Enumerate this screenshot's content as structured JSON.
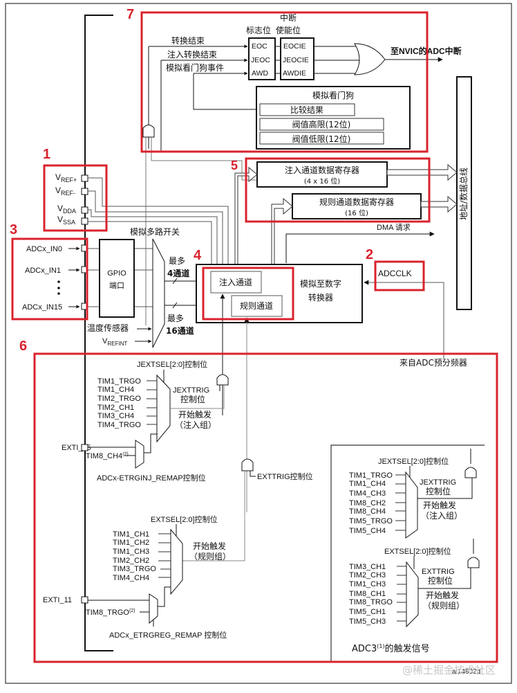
{
  "annotations": {
    "n1": "1",
    "n2": "2",
    "n3": "3",
    "n4": "4",
    "n5": "5",
    "n6": "6",
    "n7": "7"
  },
  "colors": {
    "highlight": "#d9232d",
    "line": "#111111",
    "wire": "#555555"
  },
  "interrupt": {
    "flag_header": "标志位",
    "enable_header_1": "中断",
    "enable_header_2": "使能位",
    "sources": [
      "转换结束",
      "注入转换结束",
      "模拟看门狗事件"
    ],
    "flags": [
      "EOC",
      "JEOC",
      "AWD"
    ],
    "enables": [
      "EOCIE",
      "JEOCIE",
      "AWDIE"
    ],
    "output": "至NVIC的ADC中断"
  },
  "watchdog": {
    "title": "模拟看门狗",
    "rows": [
      "比较结果",
      "阀值高限(12位)",
      "阀值低限(12位)"
    ]
  },
  "bus": {
    "label": "地址/数据总线"
  },
  "registers": {
    "injected": {
      "name": "注入通道数据寄存器",
      "size": "(4 x 16 位)"
    },
    "regular": {
      "name": "规则通道数据寄存器",
      "size": "(16 位)"
    },
    "dma": "DMA 请求"
  },
  "power_pins": {
    "vrefp": {
      "main": "V",
      "sub": "REF+"
    },
    "vrefm": {
      "main": "V",
      "sub": "REF-"
    },
    "vdda": {
      "main": "V",
      "sub": "DDA"
    },
    "vssa": {
      "main": "V",
      "sub": "SSA"
    }
  },
  "inputs": {
    "in0": "ADCx_IN0",
    "in1": "ADCx_IN1",
    "in15": "ADCx_IN15",
    "gpio_1": "GPIO",
    "gpio_2": "端口",
    "mux": "模拟多路开关",
    "temp": "温度传感器",
    "vrefint": {
      "main": "V",
      "sub": "REFINT"
    },
    "inj_max_1": "最多",
    "inj_max_2": "4通道",
    "reg_max_1": "最多",
    "reg_max_2": "16通道"
  },
  "adc": {
    "injected": "注入通道",
    "regular": "规则通道",
    "title_1": "模拟至数字",
    "title_2": "转换器",
    "clock": "ADCCLK",
    "prescaler": "来自ADC预分频器"
  },
  "trigger_inj": {
    "sel": "JEXTSEL[2:0]控制位",
    "sources": [
      "TIM1_TRGO",
      "TIM1_CH4",
      "TIM2_TRGO",
      "TIM2_CH1",
      "TIM3_CH4",
      "TIM4_TRGO"
    ],
    "trig_1": "JEXTTRIG",
    "trig_2": "控制位",
    "start_1": "开始触发",
    "start_2": "（注入组）",
    "exti": "EXTI_15",
    "tim8": "TIM8_CH4",
    "tim8_sup": "(2)",
    "remap": "ADCx-ETRGINJ_REMAP控制位"
  },
  "trigger_reg": {
    "exttrig": "EXTTRIG控制位",
    "sel": "EXTSEL[2:0]控制位",
    "sources": [
      "TIM1_CH1",
      "TIM1_CH2",
      "TIM1_CH3",
      "TIM2_CH2",
      "TIM3_TRGO",
      "TIM4_CH4"
    ],
    "start_1": "开始触发",
    "start_2": "（规则组）",
    "exti": "EXTI_11",
    "tim8": "TIM8_TRGO",
    "tim8_sup": "(2)",
    "remap": "ADCx_ETRGREG_REMAP 控制位"
  },
  "adc3": {
    "inj_sel": "JEXTSEL[2:0]控制位",
    "inj_sources": [
      "TIM1_TRGO",
      "TIM1_CH4",
      "TIM4_CH3",
      "TIM8_CH2",
      "TIM8_CH4",
      "TIM5_TRGO",
      "TIM5_CH4"
    ],
    "inj_trig_1": "JEXTTRIG",
    "inj_trig_2": "控制位",
    "inj_start_1": "开始触发",
    "inj_start_2": "（注入组）",
    "reg_sel": "EXTSEL[2:0]控制位",
    "reg_sources": [
      "TIM3_CH1",
      "TIM2_CH3",
      "TIM1_CH3",
      "TIM8_CH1",
      "TIM8_TRGO",
      "TIM5_CH1",
      "TIM5_CH3"
    ],
    "reg_trig_1": "EXTTRIG",
    "reg_trig_2": "控制位",
    "reg_start_1": "开始触发",
    "reg_start_2": "（规则组）",
    "caption_pre": "ADC3",
    "caption_sup": "(1)",
    "caption_post": "的触发信号"
  },
  "figure_id": "ai14802d",
  "watermark": "@稀土掘金技术社区"
}
